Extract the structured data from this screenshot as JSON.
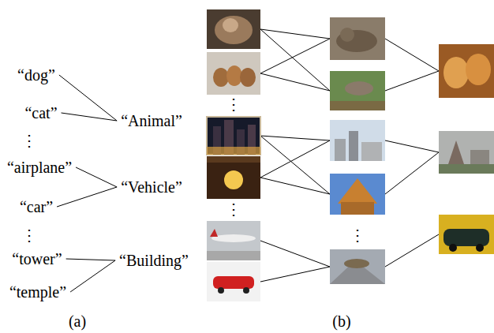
{
  "diagram": {
    "nodes": [
      {
        "text": [
          "“dog”"
        ]
      },
      {
        "text": [
          "“cat”"
        ]
      },
      {
        "text": [
          "“Animal”"
        ]
      },
      {
        "text": [
          "“airplane”"
        ]
      },
      {
        "text": [
          "“car”"
        ]
      },
      {
        "text": [
          "“Vehicle”"
        ]
      },
      {
        "text": [
          "“tower”"
        ]
      },
      {
        "text": [
          "“temple”"
        ]
      },
      {
        "text": [
          "“Building”"
        ]
      }
    ],
    "edges": [
      {
        "from": 0,
        "to": 2,
        "arrow": "none"
      },
      {
        "from": 1,
        "to": 2,
        "arrow": "none"
      },
      {
        "from": 3,
        "to": 5,
        "arrow": "none"
      },
      {
        "from": 4,
        "to": 5,
        "arrow": "none"
      },
      {
        "from": 6,
        "to": 8,
        "arrow": "none"
      },
      {
        "from": 7,
        "to": 8,
        "arrow": "none"
      }
    ],
    "labels": [
      "⋮",
      "⋮",
      "⋮",
      "⋮",
      "⋮",
      "(a)",
      "(b)"
    ]
  }
}
